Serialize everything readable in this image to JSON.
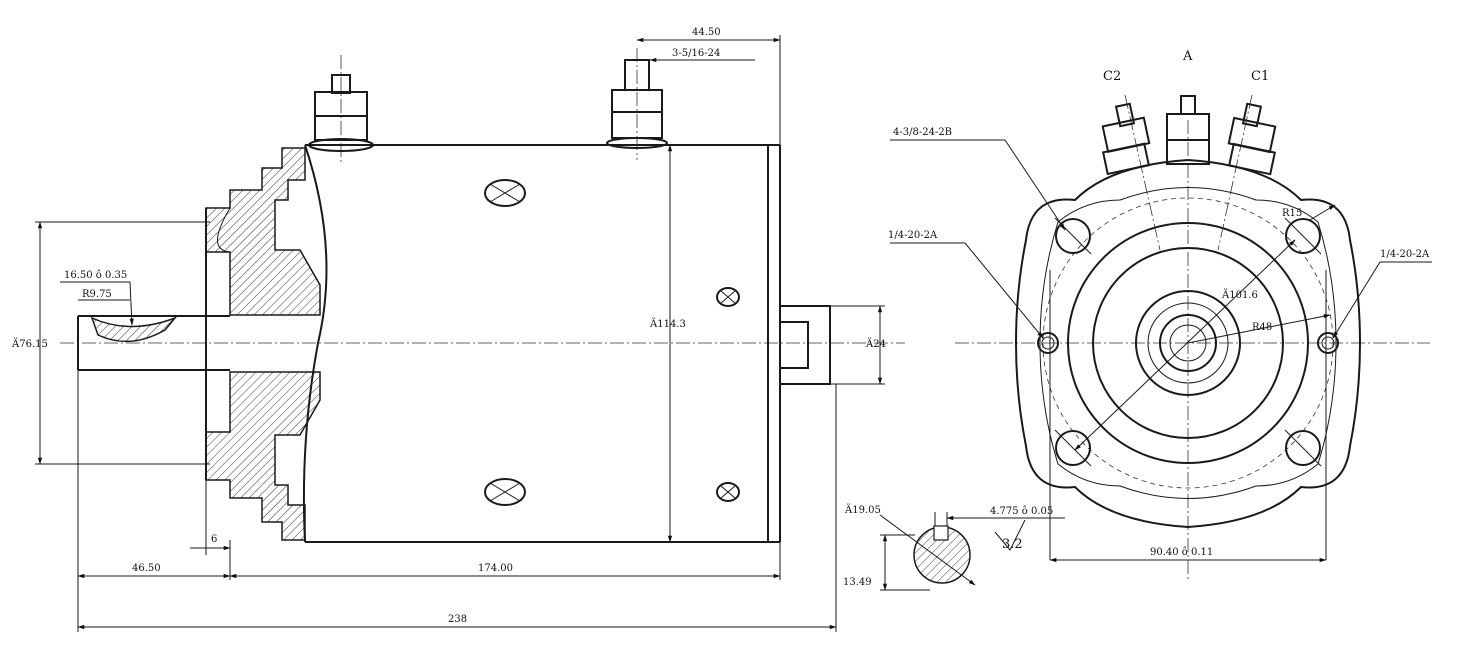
{
  "side_view": {
    "dims": {
      "d_44_50": "44.50",
      "d_3_5_16_24": "3-5/16-24",
      "d_16_50": "16.50 ô 0.35",
      "d_r9_75": "R9.75",
      "d_76_15": "Ä76.15",
      "d_114_3": "Ä114.3",
      "d_24": "Ä24",
      "d_6": "6",
      "d_46_50": "46.50",
      "d_174": "174.00",
      "d_238": "238"
    }
  },
  "key_detail": {
    "dims": {
      "d_19_05": "Ä19.05",
      "d_4_775": "4.775 ô 0.05",
      "d_3_2": "3.2",
      "d_13_49": "13.49"
    }
  },
  "end_view": {
    "terminals": {
      "c2": "C2",
      "a": "A",
      "c1": "C1"
    },
    "dims": {
      "d_4_3_8": "4-3/8-24-2B",
      "d_1_4_left": "1/4-20-2A",
      "d_1_4_right": "1/4-20-2A",
      "d_r15": "R15",
      "d_101_6": "Ä101.6",
      "d_r48": "R48",
      "d_90_40": "90.40 ô 0.11"
    }
  }
}
